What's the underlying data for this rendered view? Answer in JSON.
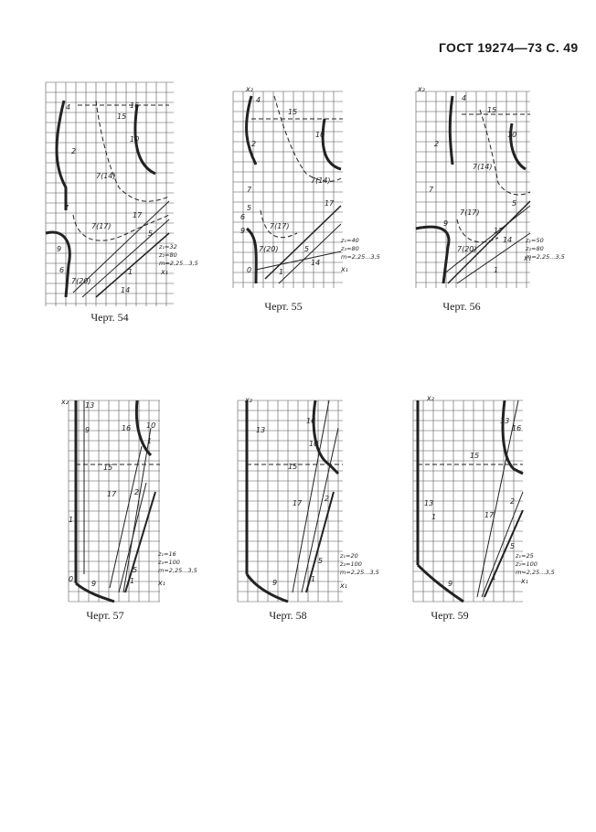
{
  "header": {
    "text": "ГОСТ 19274—73 С. 49"
  },
  "figures": [
    {
      "caption": "Черт. 54",
      "axis": [
        "",
        "x₁"
      ],
      "params": [
        "z₁=32",
        "z₂=80",
        "m=2,25...3,5"
      ],
      "labels": [
        "4",
        "15",
        "16",
        "10",
        "2",
        "7(14)",
        "7",
        "17",
        "7(17)",
        "5",
        "9",
        "6",
        "7(20)",
        "1",
        "14"
      ]
    },
    {
      "caption": "Черт. 55",
      "axis": [
        "x₂",
        "x₁"
      ],
      "params": [
        "z₁=40",
        "z₂=80",
        "m=2,25...3,5"
      ],
      "labels": [
        "4",
        "15",
        "10",
        "2",
        "7(14)",
        "17",
        "7",
        "5",
        "6",
        "9",
        "7(17)",
        "5",
        "7(20)",
        "14",
        "0",
        "1"
      ]
    },
    {
      "caption": "Черт. 56",
      "axis": [
        "x₂",
        "x₁"
      ],
      "params": [
        "z₁=50",
        "z₂=80",
        "m=2,25...3,5"
      ],
      "labels": [
        "4",
        "15",
        "10",
        "2",
        "7(14)",
        "7",
        "7(17)",
        "5",
        "9",
        "17",
        "7(20)",
        "14",
        "1"
      ]
    },
    {
      "caption": "Черт. 57",
      "axis": [
        "x₂",
        "x₁"
      ],
      "params": [
        "z₁=16",
        "z₂=100",
        "m=2,25...3,5"
      ],
      "labels": [
        "13",
        "9",
        "16",
        "10",
        "1",
        "15",
        "17",
        "2",
        "1",
        "5",
        "0",
        "9",
        "1"
      ]
    },
    {
      "caption": "Черт. 58",
      "axis": [
        "x₂",
        "x₁"
      ],
      "params": [
        "z₁=20",
        "z₂=100",
        "m=2,25...3,5"
      ],
      "labels": [
        "13",
        "16",
        "10",
        "15",
        "17",
        "2",
        "5",
        "9",
        "1"
      ]
    },
    {
      "caption": "Черт. 59",
      "axis": [
        "x₂",
        "x₁"
      ],
      "params": [
        "z₁=25",
        "z₂=100",
        "m=2,25...3,5"
      ],
      "labels": [
        "13",
        "16",
        "15",
        "2",
        "17",
        "13",
        "1",
        "5",
        "9",
        "1"
      ]
    }
  ]
}
